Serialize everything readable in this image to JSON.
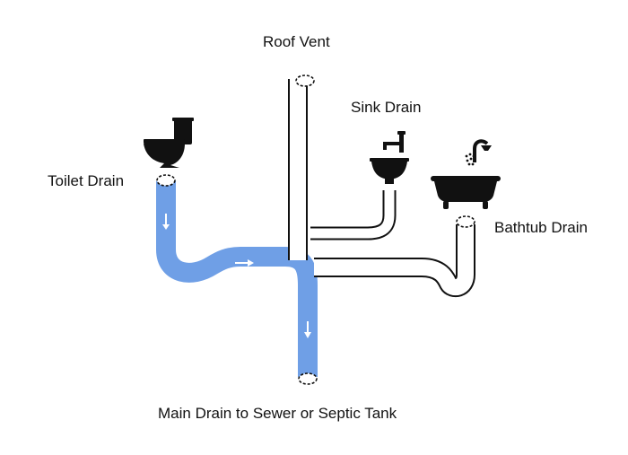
{
  "labels": {
    "roof_vent": "Roof Vent",
    "sink_drain": "Sink Drain",
    "toilet_drain": "Toilet Drain",
    "bathtub_drain": "Bathtub Drain",
    "main_drain": "Main Drain to Sewer or Septic Tank"
  },
  "colors": {
    "water": "#6f9fe6",
    "pipe_outline": "#111111",
    "pipe_fill": "#ffffff",
    "fixture": "#111111"
  },
  "icons": [
    "toilet-icon",
    "sink-icon",
    "bathtub-icon",
    "flow-arrow-icon"
  ]
}
